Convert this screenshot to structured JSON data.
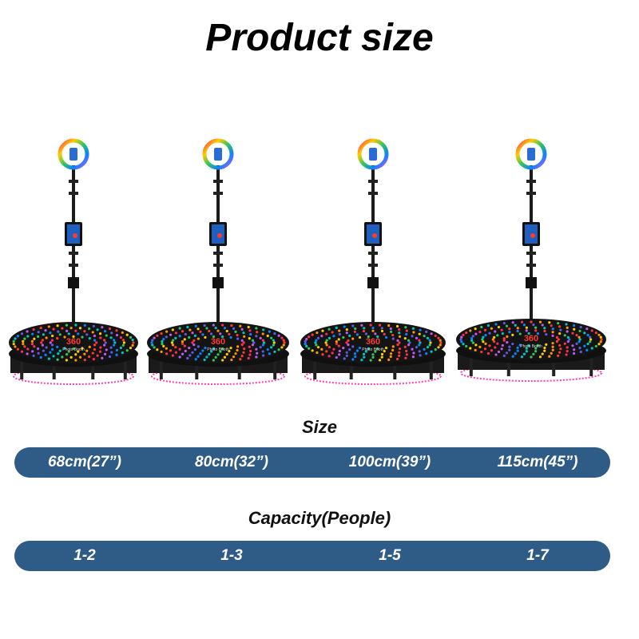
{
  "title": "Product size",
  "colors": {
    "bar": "#2f5b87",
    "platform": "#141414",
    "text_white": "#ffffff"
  },
  "products": [
    {
      "size": "68cm(27”)",
      "capacity": "1-2",
      "badge": "360",
      "caption": "Photo Booth"
    },
    {
      "size": "80cm(32”)",
      "capacity": "1-3",
      "badge": "360",
      "caption": "Photo Booth"
    },
    {
      "size": "100cm(39”)",
      "capacity": "1-5",
      "badge": "360",
      "caption": "Photo Booth"
    },
    {
      "size": "115cm(45”)",
      "capacity": "1-7",
      "badge": "360",
      "caption": "Photo Booth"
    }
  ],
  "size_section": {
    "label": "Size"
  },
  "capacity_section": {
    "label": "Capacity(People)"
  }
}
